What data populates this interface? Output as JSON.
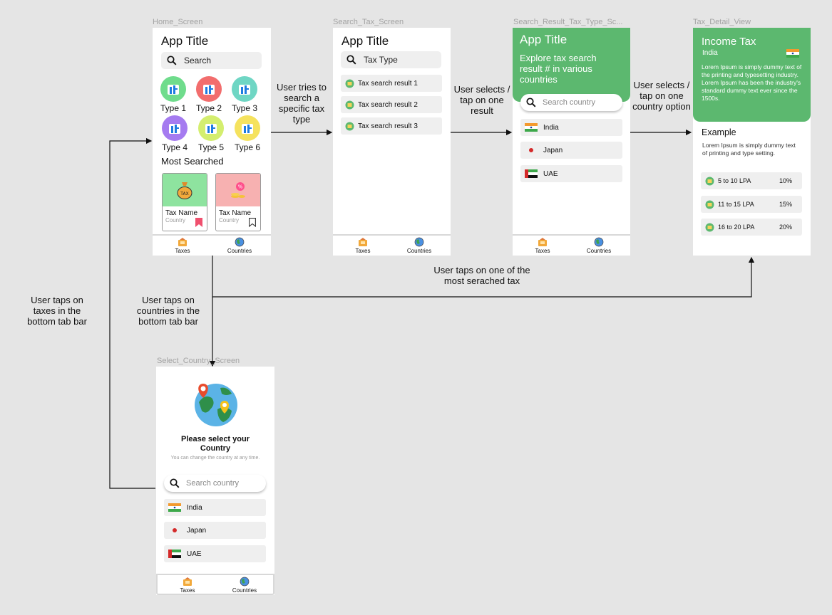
{
  "frames": {
    "home": "Home_Screen",
    "search_tax": "Search_Tax_Screen",
    "search_result": "Search_Result_Tax_Type_Sc...",
    "tax_detail": "Tax_Detail_View",
    "select_country": "Select_Country_Screen"
  },
  "home": {
    "title": "App Title",
    "search_placeholder": "Search",
    "types": [
      {
        "label": "Type 1",
        "color": "#6fdc8c"
      },
      {
        "label": "Type 2",
        "color": "#f26d6d"
      },
      {
        "label": "Type 3",
        "color": "#6fd6c4"
      },
      {
        "label": "Type 4",
        "color": "#a57bf0"
      },
      {
        "label": "Type 5",
        "color": "#d4ee6f"
      },
      {
        "label": "Type 6",
        "color": "#f5e25e"
      }
    ],
    "most_searched_title": "Most Searched",
    "cards": [
      {
        "name": "Tax Name",
        "country": "Country",
        "bg": "#8ee39f"
      },
      {
        "name": "Tax Name",
        "country": "Country",
        "bg": "#f7b1b1"
      }
    ]
  },
  "tabs": {
    "taxes": "Taxes",
    "countries": "Countries"
  },
  "search_tax": {
    "title": "App Title",
    "search_value": "Tax Type",
    "results": [
      "Tax search result 1",
      "Tax search result 2",
      "Tax search result 3"
    ]
  },
  "search_result": {
    "title": "App Title",
    "subtitle": "Explore tax search result # in various countries",
    "search_placeholder": "Search country",
    "countries": [
      "India",
      "Japan",
      "UAE"
    ]
  },
  "tax_detail": {
    "title": "Income Tax",
    "country": "India",
    "description": "Lorem Ipsum is simply dummy text of the printing and typesetting industry. Lorem Ipsum has been the industry's standard dummy text ever since the 1500s.",
    "example_title": "Example",
    "example_text": "Lorem Ipsum is simply dummy text of printing and type setting.",
    "slabs": [
      {
        "range": "5 to 10 LPA",
        "rate": "10%"
      },
      {
        "range": "11 to 15 LPA",
        "rate": "15%"
      },
      {
        "range": "16 to 20 LPA",
        "rate": "20%"
      }
    ]
  },
  "select_country": {
    "heading": "Please select your Country",
    "subtext": "You can change the country at any time.",
    "search_placeholder": "Search country",
    "countries": [
      "India",
      "Japan",
      "UAE"
    ]
  },
  "notes": {
    "search_type": "User tries to search a specific tax type",
    "select_result": "User selects / tap on one result",
    "select_country": "User selects / tap on one country option",
    "most_searched": "User taps on one of the most serached tax",
    "countries_tab": "User taps on countries in the bottom tab bar",
    "taxes_tab": "User taps on taxes in the bottom tab bar"
  },
  "colors": {
    "accent_green": "#5cb86f",
    "background": "#e5e5e5",
    "bookmark_red": "#f0506e"
  }
}
